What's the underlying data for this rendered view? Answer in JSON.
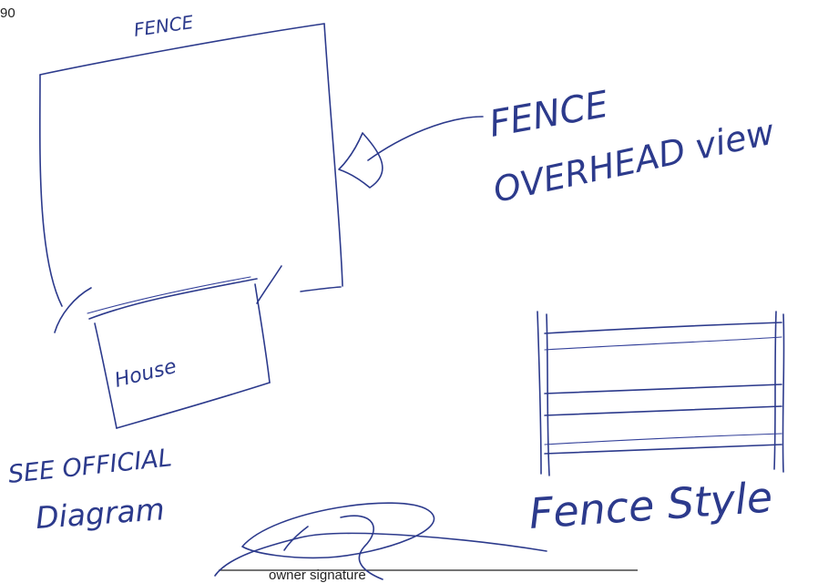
{
  "page": {
    "number": "90"
  },
  "overhead": {
    "fence_top_label": "FENCE",
    "house_label": "House",
    "annotation_line1": "FENCE",
    "annotation_line2": "OVERHEAD view"
  },
  "notes": {
    "line1": "SEE OFFICIAL",
    "line2": "Diagram"
  },
  "style_sketch": {
    "caption": "Fence Style"
  },
  "signature": {
    "label": "owner signature",
    "ink_color": "#2c3a8c"
  }
}
